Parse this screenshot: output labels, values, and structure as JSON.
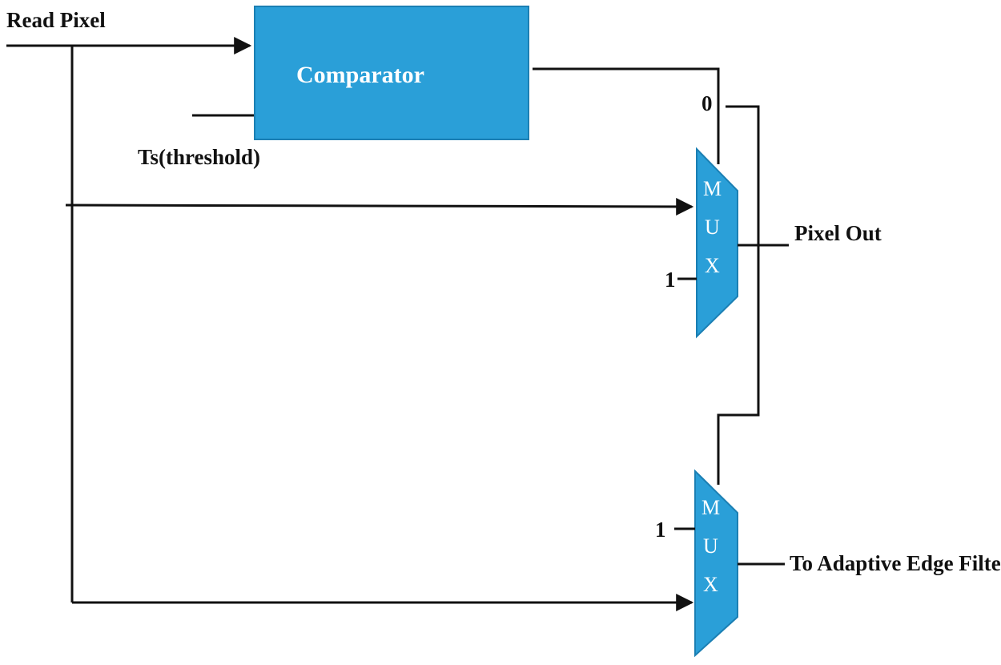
{
  "colors": {
    "block_fill": "#2a9fd8",
    "block_stroke": "#1b7fb3",
    "wire": "#111111"
  },
  "labels": {
    "read_pixel": "Read Pixel",
    "threshold": "Ts(threshold)",
    "pixel_out": "Pixel Out",
    "to_adaptive_edge_filter": "To Adaptive Edge Filter"
  },
  "comparator": {
    "label": "Comparator"
  },
  "mux1": {
    "letters": [
      "M",
      "U",
      "X"
    ],
    "input_0": "0",
    "input_1": "1"
  },
  "mux2": {
    "letters": [
      "M",
      "U",
      "X"
    ],
    "input_1": "1"
  }
}
